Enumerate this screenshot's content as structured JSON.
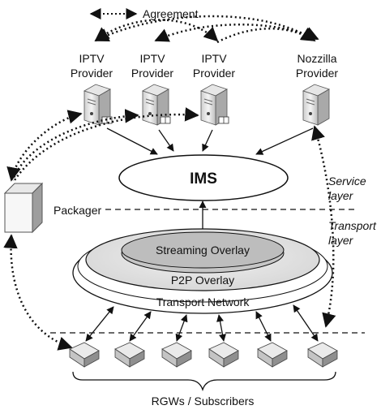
{
  "legend": {
    "label": "Agreement"
  },
  "providers": [
    {
      "line1": "IPTV",
      "line2": "Provider"
    },
    {
      "line1": "IPTV",
      "line2": "Provider"
    },
    {
      "line1": "IPTV",
      "line2": "Provider"
    },
    {
      "line1": "Nozzilla",
      "line2": "Provider"
    }
  ],
  "ims": {
    "label": "IMS"
  },
  "packager": {
    "label": "Packager"
  },
  "layers": {
    "service_line1": "Service",
    "service_line2": "layer",
    "transport_line1": "Transport",
    "transport_line2": "layer"
  },
  "overlays": {
    "streaming": "Streaming Overlay",
    "p2p": "P2P Overlay",
    "transport": "Transport Network"
  },
  "subscribers": {
    "label": "RGWs / Subscribers",
    "count": 6
  }
}
